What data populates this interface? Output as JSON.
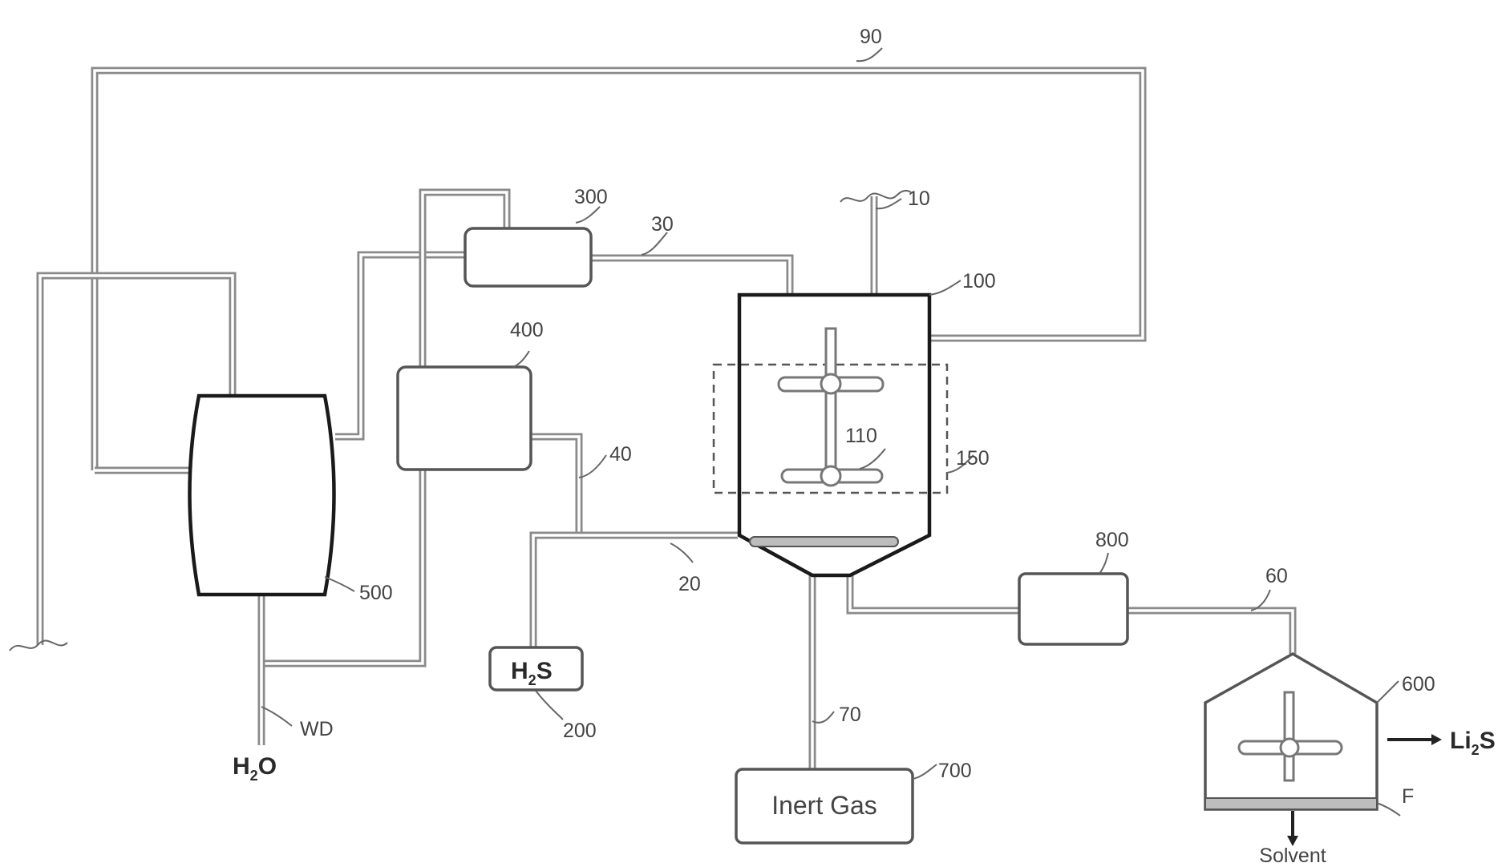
{
  "labels": {
    "l90": "90",
    "l300": "300",
    "l30": "30",
    "l10": "10",
    "l100": "100",
    "l400": "400",
    "l110": "110",
    "l150": "150",
    "l40": "40",
    "l500": "500",
    "l20": "20",
    "l800": "800",
    "l60": "60",
    "l600": "600",
    "l200": "200",
    "l70": "70",
    "l700": "700",
    "lWD": "WD",
    "lF": "F"
  },
  "chemicals": {
    "h2s_main": "H",
    "h2s_sub": "2",
    "h2s_end": "S",
    "h2o_main": "H",
    "h2o_sub": "2",
    "h2o_end": "O",
    "li2s_main": "Li",
    "li2s_sub": "2",
    "li2s_end": "S"
  },
  "boxes": {
    "inert_gas": "Inert Gas"
  },
  "outputs": {
    "solvent": "Solvent"
  }
}
